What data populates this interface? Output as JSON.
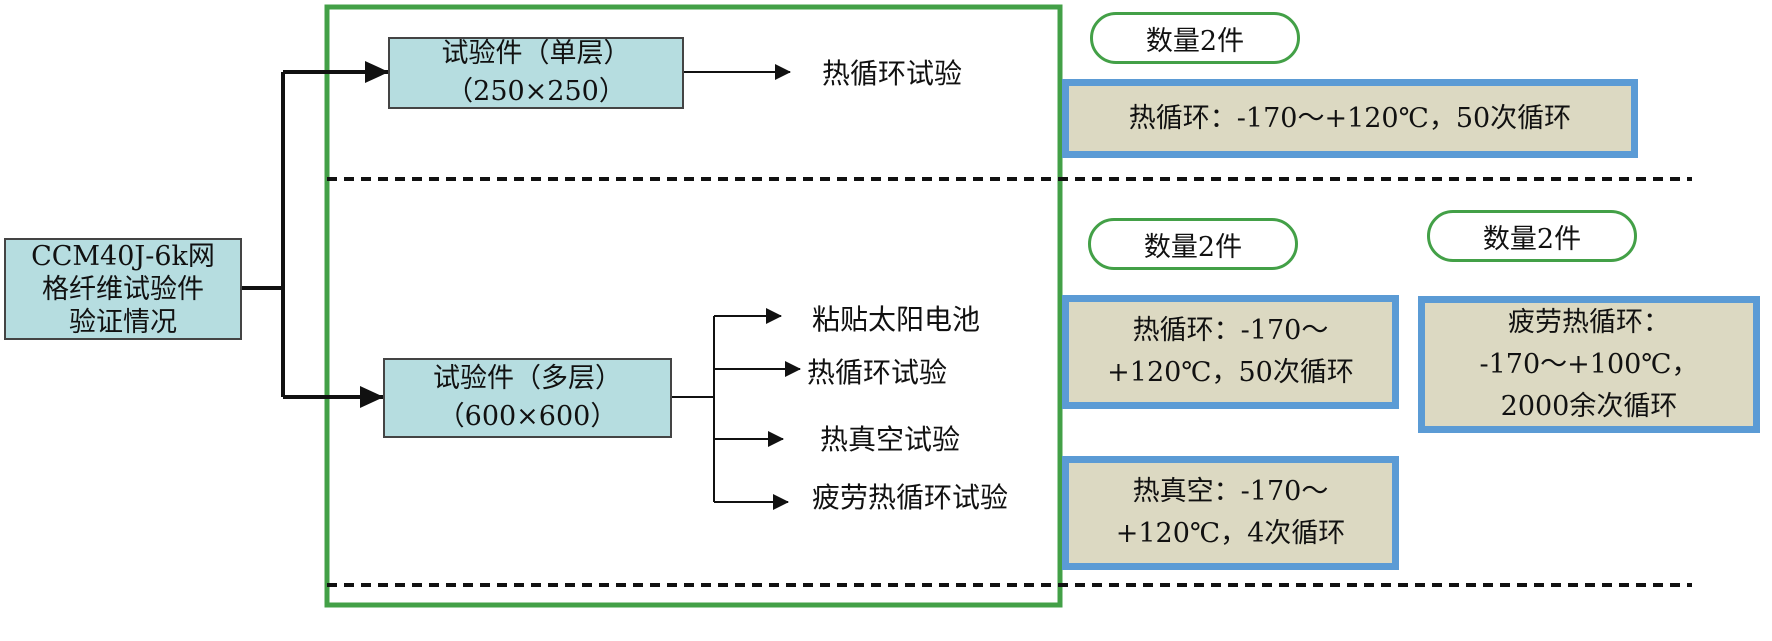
{
  "root": {
    "lines": [
      "CCM40J-6k网",
      "格纤维试验件",
      "验证情况"
    ]
  },
  "specimen_single": {
    "title": "试验件（单层）",
    "size": "（250×250）"
  },
  "specimen_multi": {
    "title": "试验件（多层）",
    "size": "（600×600）"
  },
  "tests_single": [
    "热循环试验"
  ],
  "tests_multi": [
    "粘贴太阳电池",
    "热循环试验",
    "热真空试验",
    "疲劳热循环试验"
  ],
  "quantity_badges": [
    "数量2件",
    "数量2件",
    "数量2件"
  ],
  "conditions": {
    "single_thermal_cycle": [
      "热循环：-170～+120℃，50次循环"
    ],
    "multi_thermal_cycle": [
      "热循环：-170～",
      "+120℃，50次循环"
    ],
    "multi_fatigue_cycle": [
      "疲劳热循环：",
      "-170～+100℃，",
      "2000余次循环"
    ],
    "multi_thermal_vacuum": [
      "热真空：-170～",
      "+120℃，4次循环"
    ]
  },
  "colors": {
    "specimen_fill": "#b6dde0",
    "condition_fill": "#dcd9c2",
    "condition_border": "#5b9bd5",
    "group_border": "#43a047",
    "badge_border": "#43a047",
    "connector": "#111111"
  }
}
